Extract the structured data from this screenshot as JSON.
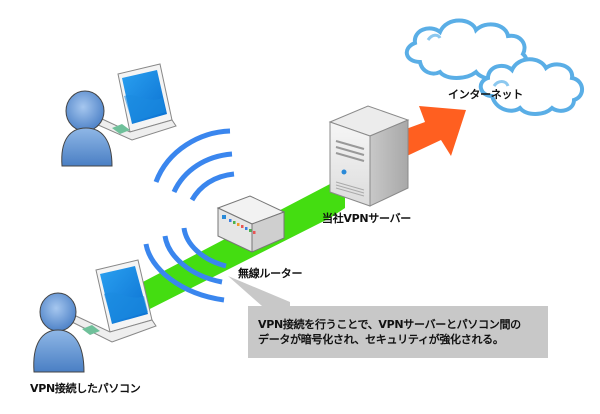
{
  "diagram": {
    "title": "VPN connection over wireless router",
    "labels": {
      "internet": "インターネット",
      "vpn_server": "当社VPNサーバー",
      "wireless_router": "無線ルーター",
      "vpn_pc": "VPN接続したパソコン"
    },
    "callout": {
      "line1": "VPN接続を行うことで、VPNサーバーとパソコン間の",
      "line2": "データが暗号化され、セキュリティが強化される。"
    },
    "colors": {
      "secure_tunnel": "#44dd11",
      "internet_arrow": "#ff6022",
      "wifi_waves": "#3a86ee",
      "cloud_outline": "#5aaee6",
      "callout_bg": "#c8c8c8",
      "user_icon": "#5b8fd0"
    },
    "nodes": [
      {
        "id": "pc-top",
        "type": "laptop-with-user"
      },
      {
        "id": "pc-bottom",
        "type": "laptop-with-user",
        "label_key": "vpn_pc"
      },
      {
        "id": "router",
        "type": "wireless-router",
        "label_key": "wireless_router"
      },
      {
        "id": "server",
        "type": "server-tower",
        "label_key": "vpn_server"
      },
      {
        "id": "internet",
        "type": "cloud",
        "label_key": "internet"
      }
    ]
  }
}
